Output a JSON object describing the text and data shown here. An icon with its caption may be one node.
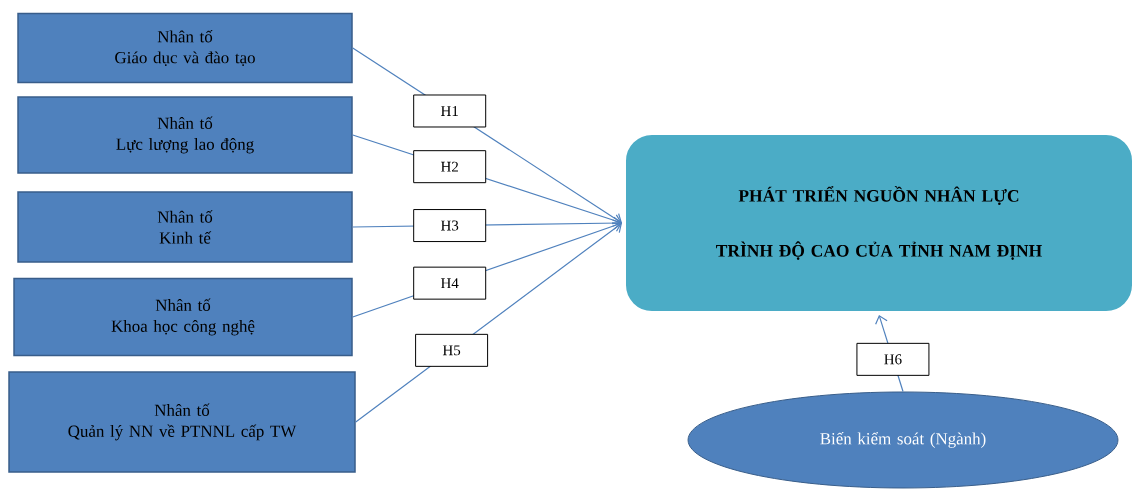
{
  "diagram": {
    "nodes": [
      {
        "text": [
          "Nhân tố",
          "Giáo dục và đào tạo"
        ]
      },
      {
        "text": [
          "Nhân tố",
          "Lực lượng lao động"
        ]
      },
      {
        "text": [
          "Nhân tố",
          "Kinh tế"
        ]
      },
      {
        "text": [
          "Nhân tố",
          "Khoa học công nghệ"
        ]
      },
      {
        "text": [
          "Nhân tố",
          "Quản lý NN về PTNNL cấp TW"
        ]
      },
      {
        "text": [
          "PHÁT TRIỂN NGUỒN NHÂN LỰC TRÌNH ĐỘ CAO CỦA TỈNH NAM ĐỊNH"
        ]
      },
      {
        "text": [
          "Biến kiểm soát (Ngành)"
        ]
      }
    ],
    "edges": [
      {
        "from": 0,
        "to": 5,
        "arrow": "to",
        "label": "H1"
      },
      {
        "from": 1,
        "to": 5,
        "arrow": "to",
        "label": "H2"
      },
      {
        "from": 2,
        "to": 5,
        "arrow": "to",
        "label": "H3"
      },
      {
        "from": 3,
        "to": 5,
        "arrow": "to",
        "label": "H4"
      },
      {
        "from": 4,
        "to": 5,
        "arrow": "to",
        "label": "H5"
      },
      {
        "from": 6,
        "to": 5,
        "arrow": "to",
        "label": "H6"
      }
    ]
  }
}
